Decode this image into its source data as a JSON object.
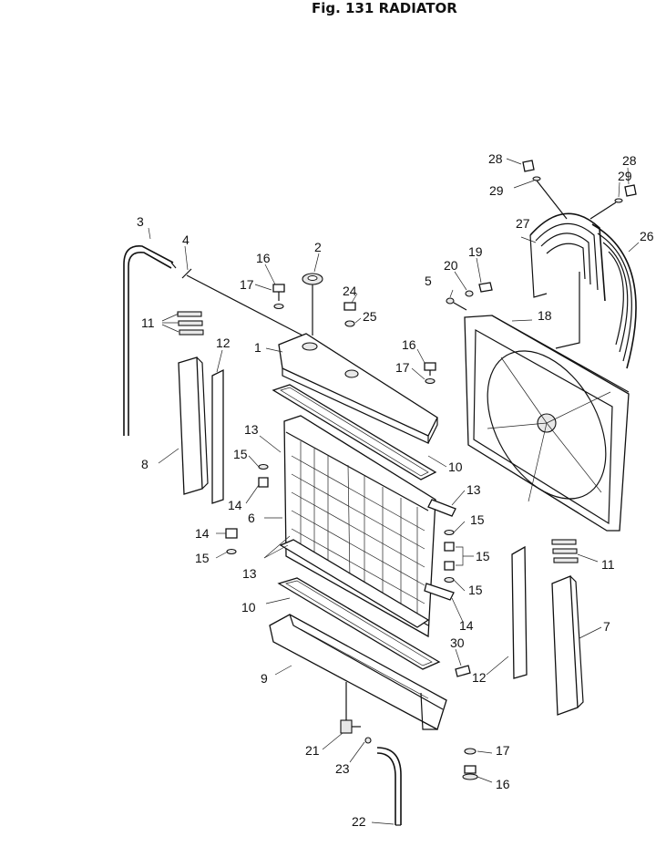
{
  "figure": {
    "title": "Fig. 131   RADIATOR"
  },
  "callouts": [
    {
      "id": "c1",
      "text": "1"
    },
    {
      "id": "c2",
      "text": "2"
    },
    {
      "id": "c3",
      "text": "3"
    },
    {
      "id": "c4",
      "text": "4"
    },
    {
      "id": "c5",
      "text": "5"
    },
    {
      "id": "c6",
      "text": "6"
    },
    {
      "id": "c7",
      "text": "7"
    },
    {
      "id": "c8",
      "text": "8"
    },
    {
      "id": "c9",
      "text": "9"
    },
    {
      "id": "c10a",
      "text": "10"
    },
    {
      "id": "c10b",
      "text": "10"
    },
    {
      "id": "c11a",
      "text": "11"
    },
    {
      "id": "c11b",
      "text": "11"
    },
    {
      "id": "c12a",
      "text": "12"
    },
    {
      "id": "c12b",
      "text": "12"
    },
    {
      "id": "c13a",
      "text": "13"
    },
    {
      "id": "c13b",
      "text": "13"
    },
    {
      "id": "c13c",
      "text": "13"
    },
    {
      "id": "c13d",
      "text": "13"
    },
    {
      "id": "c14a",
      "text": "14"
    },
    {
      "id": "c14b",
      "text": "14"
    },
    {
      "id": "c14c",
      "text": "14"
    },
    {
      "id": "c15a",
      "text": "15"
    },
    {
      "id": "c15b",
      "text": "15"
    },
    {
      "id": "c15c",
      "text": "15"
    },
    {
      "id": "c15d",
      "text": "15"
    },
    {
      "id": "c16a",
      "text": "16"
    },
    {
      "id": "c16b",
      "text": "16"
    },
    {
      "id": "c16c",
      "text": "16"
    },
    {
      "id": "c17a",
      "text": "17"
    },
    {
      "id": "c17b",
      "text": "17"
    },
    {
      "id": "c17c",
      "text": "17"
    },
    {
      "id": "c18",
      "text": "18"
    },
    {
      "id": "c19",
      "text": "19"
    },
    {
      "id": "c20",
      "text": "20"
    },
    {
      "id": "c21",
      "text": "21"
    },
    {
      "id": "c22",
      "text": "22"
    },
    {
      "id": "c23",
      "text": "23"
    },
    {
      "id": "c24",
      "text": "24"
    },
    {
      "id": "c25",
      "text": "25"
    },
    {
      "id": "c26",
      "text": "26"
    },
    {
      "id": "c27",
      "text": "27"
    },
    {
      "id": "c28a",
      "text": "28"
    },
    {
      "id": "c28b",
      "text": "28"
    },
    {
      "id": "c29a",
      "text": "29"
    },
    {
      "id": "c29b",
      "text": "29"
    },
    {
      "id": "c30",
      "text": "30"
    }
  ]
}
